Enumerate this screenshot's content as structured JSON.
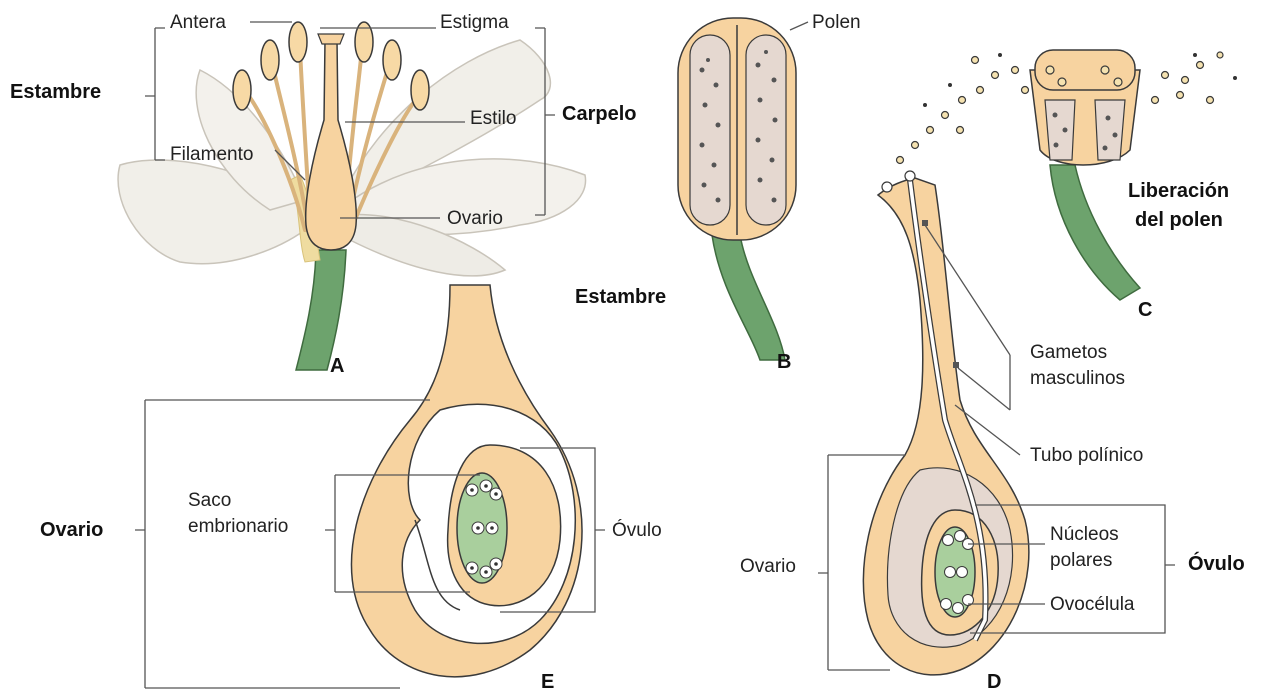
{
  "labels": {
    "antera": "Antera",
    "estigma": "Estigma",
    "estambre_a": "Estambre",
    "estilo": "Estilo",
    "carpelo": "Carpelo",
    "filamento": "Filamento",
    "ovario_a": "Ovario",
    "polen": "Polen",
    "estambre_b": "Estambre",
    "liberacion_1": "Liberación",
    "liberacion_2": "del polen",
    "gametos_1": "Gametos",
    "gametos_2": "masculinos",
    "tubo": "Tubo polínico",
    "saco_1": "Saco",
    "saco_2": "embrionario",
    "ovario_e": "Ovario",
    "ovulo_e": "Óvulo",
    "ovario_d": "Ovario",
    "nucleos_1": "Núcleos",
    "nucleos_2": "polares",
    "ovulo_d": "Óvulo",
    "ovocelula": "Ovocélula"
  },
  "panels": {
    "a": "A",
    "b": "B",
    "c": "C",
    "d": "D",
    "e": "E"
  },
  "colors": {
    "tissue": "#f7d3a0",
    "outline": "#3a3a3a",
    "stem": "#6da36d",
    "sac": "#a9cf9d",
    "cavity": "#e5d8d0",
    "petal": "#f1efe9",
    "pollen": "#f5e2b0"
  }
}
